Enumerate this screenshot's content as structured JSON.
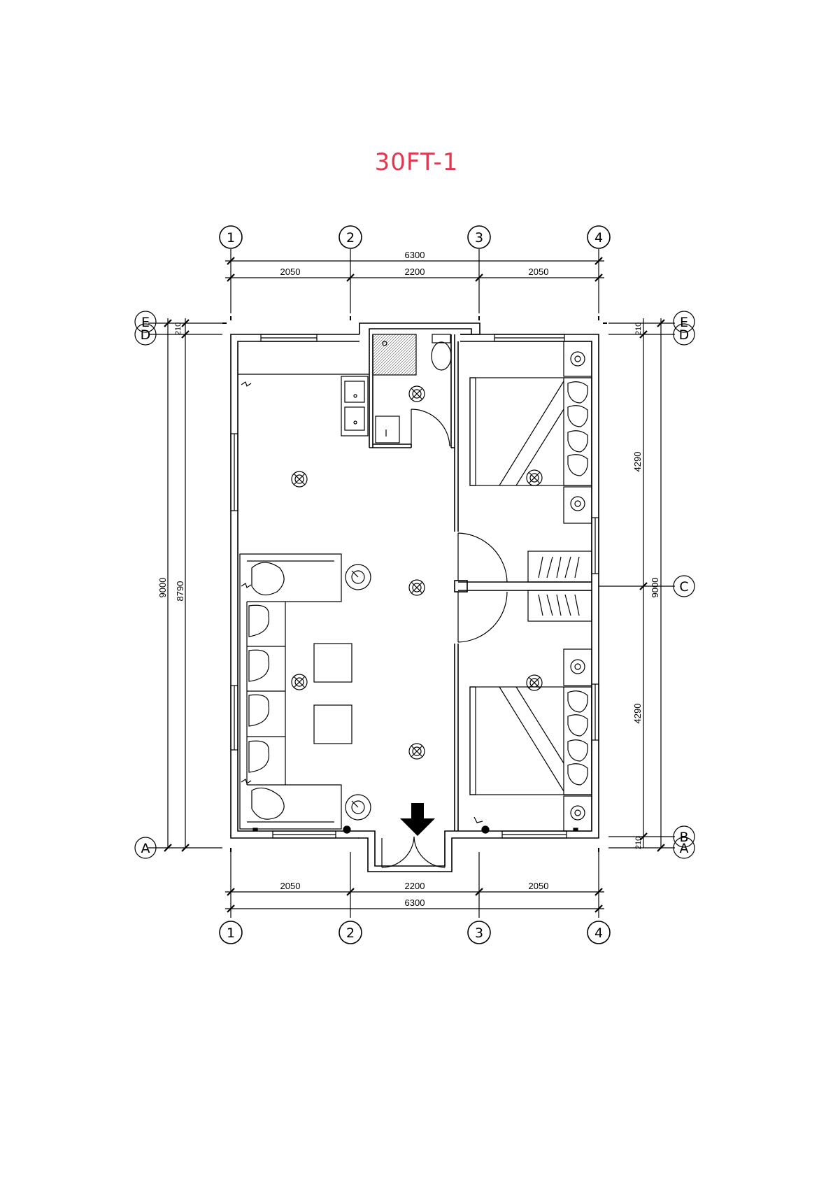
{
  "title": "30FT-1",
  "colors": {
    "title": "#e0394f",
    "line": "#000000",
    "background": "#ffffff"
  },
  "grid_x": [
    "1",
    "2",
    "3",
    "4"
  ],
  "grid_y_left": [
    "E",
    "D",
    "A"
  ],
  "grid_y_right": [
    "E",
    "D",
    "C",
    "B",
    "A"
  ],
  "dims": {
    "top_total": "6300",
    "top_segments": [
      "2050",
      "2200",
      "2050"
    ],
    "bottom_segments": [
      "2050",
      "2200",
      "2050"
    ],
    "bottom_total": "6300",
    "left_outer": "9000",
    "left_inner": "8790",
    "left_top_small": "210",
    "right_upper": "4290",
    "right_lower": "4290",
    "right_outer": "9000",
    "right_top_small": "210",
    "right_bottom_small": "210"
  }
}
